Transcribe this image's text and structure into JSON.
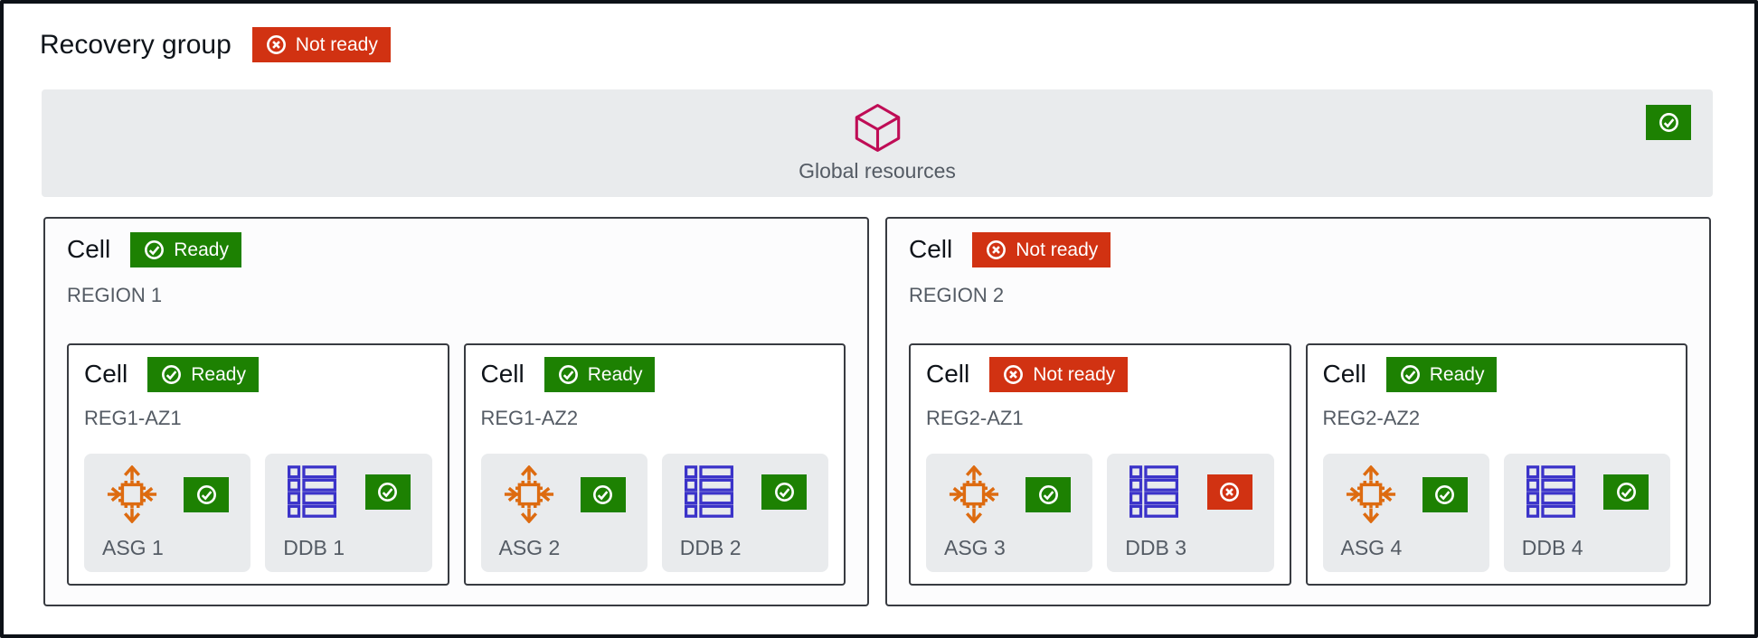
{
  "header": {
    "title": "Recovery group",
    "status": {
      "label": "Not ready",
      "state": "error"
    }
  },
  "global_resources": {
    "label": "Global resources",
    "icon": "cube-icon",
    "status": {
      "state": "success"
    }
  },
  "regions": [
    {
      "cell_label": "Cell",
      "status": {
        "label": "Ready",
        "state": "success"
      },
      "name": "REGION 1",
      "zones": [
        {
          "cell_label": "Cell",
          "status": {
            "label": "Ready",
            "state": "success"
          },
          "name": "REG1-AZ1",
          "resources": [
            {
              "label": "ASG 1",
              "type": "asg",
              "icon": "autoscaling-group-icon",
              "status": {
                "state": "success"
              }
            },
            {
              "label": "DDB 1",
              "type": "ddb",
              "icon": "dynamodb-table-icon",
              "status": {
                "state": "success"
              }
            }
          ]
        },
        {
          "cell_label": "Cell",
          "status": {
            "label": "Ready",
            "state": "success"
          },
          "name": "REG1-AZ2",
          "resources": [
            {
              "label": "ASG 2",
              "type": "asg",
              "icon": "autoscaling-group-icon",
              "status": {
                "state": "success"
              }
            },
            {
              "label": "DDB 2",
              "type": "ddb",
              "icon": "dynamodb-table-icon",
              "status": {
                "state": "success"
              }
            }
          ]
        }
      ]
    },
    {
      "cell_label": "Cell",
      "status": {
        "label": "Not ready",
        "state": "error"
      },
      "name": "REGION 2",
      "zones": [
        {
          "cell_label": "Cell",
          "status": {
            "label": "Not ready",
            "state": "error"
          },
          "name": "REG2-AZ1",
          "resources": [
            {
              "label": "ASG 3",
              "type": "asg",
              "icon": "autoscaling-group-icon",
              "status": {
                "state": "success"
              }
            },
            {
              "label": "DDB 3",
              "type": "ddb",
              "icon": "dynamodb-table-icon",
              "status": {
                "state": "error"
              }
            }
          ]
        },
        {
          "cell_label": "Cell",
          "status": {
            "label": "Ready",
            "state": "success"
          },
          "name": "REG2-AZ2",
          "resources": [
            {
              "label": "ASG 4",
              "type": "asg",
              "icon": "autoscaling-group-icon",
              "status": {
                "state": "success"
              }
            },
            {
              "label": "DDB 4",
              "type": "ddb",
              "icon": "dynamodb-table-icon",
              "status": {
                "state": "success"
              }
            }
          ]
        }
      ]
    }
  ],
  "colors": {
    "success_badge": "#1D8102",
    "error_badge": "#D13212",
    "asg_icon": "#DD6B10",
    "ddb_icon": "#3B33C9",
    "cube_icon": "#BF0D56",
    "bar_background": "#E9EBED",
    "tile_background": "#E9EBED",
    "dark_text": "#0F141A",
    "muted_text": "#545B64",
    "cell_border": "#383B41"
  }
}
